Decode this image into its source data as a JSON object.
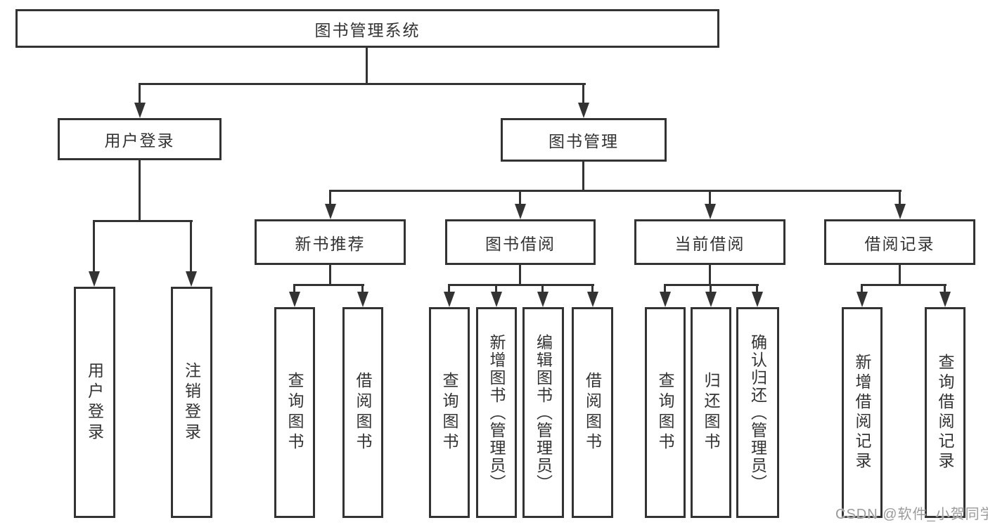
{
  "tree": {
    "label": "图书管理系统",
    "children": [
      {
        "label": "用户登录",
        "children": [
          {
            "label": "用户登录"
          },
          {
            "label": "注销登录"
          }
        ]
      },
      {
        "label": "图书管理",
        "children": [
          {
            "label": "新书推荐",
            "children": [
              {
                "label": "查询图书"
              },
              {
                "label": "借阅图书"
              }
            ]
          },
          {
            "label": "图书借阅",
            "children": [
              {
                "label": "查询图书"
              },
              {
                "label": "新增图书（管理员）"
              },
              {
                "label": "编辑图书（管理员）"
              },
              {
                "label": "借阅图书"
              }
            ]
          },
          {
            "label": "当前借阅",
            "children": [
              {
                "label": "查询图书"
              },
              {
                "label": "归还图书"
              },
              {
                "label": "确认归还（管理员）"
              }
            ]
          },
          {
            "label": "借阅记录",
            "children": [
              {
                "label": "新增借阅记录"
              },
              {
                "label": "查询借阅记录"
              }
            ]
          }
        ]
      }
    ]
  },
  "watermark": {
    "text": "CSDN @软件_小贺同学"
  },
  "colors": {
    "line": "#333333",
    "text": "#333333",
    "watermark_text": "#9b9b9b",
    "background": "#ffffff"
  }
}
